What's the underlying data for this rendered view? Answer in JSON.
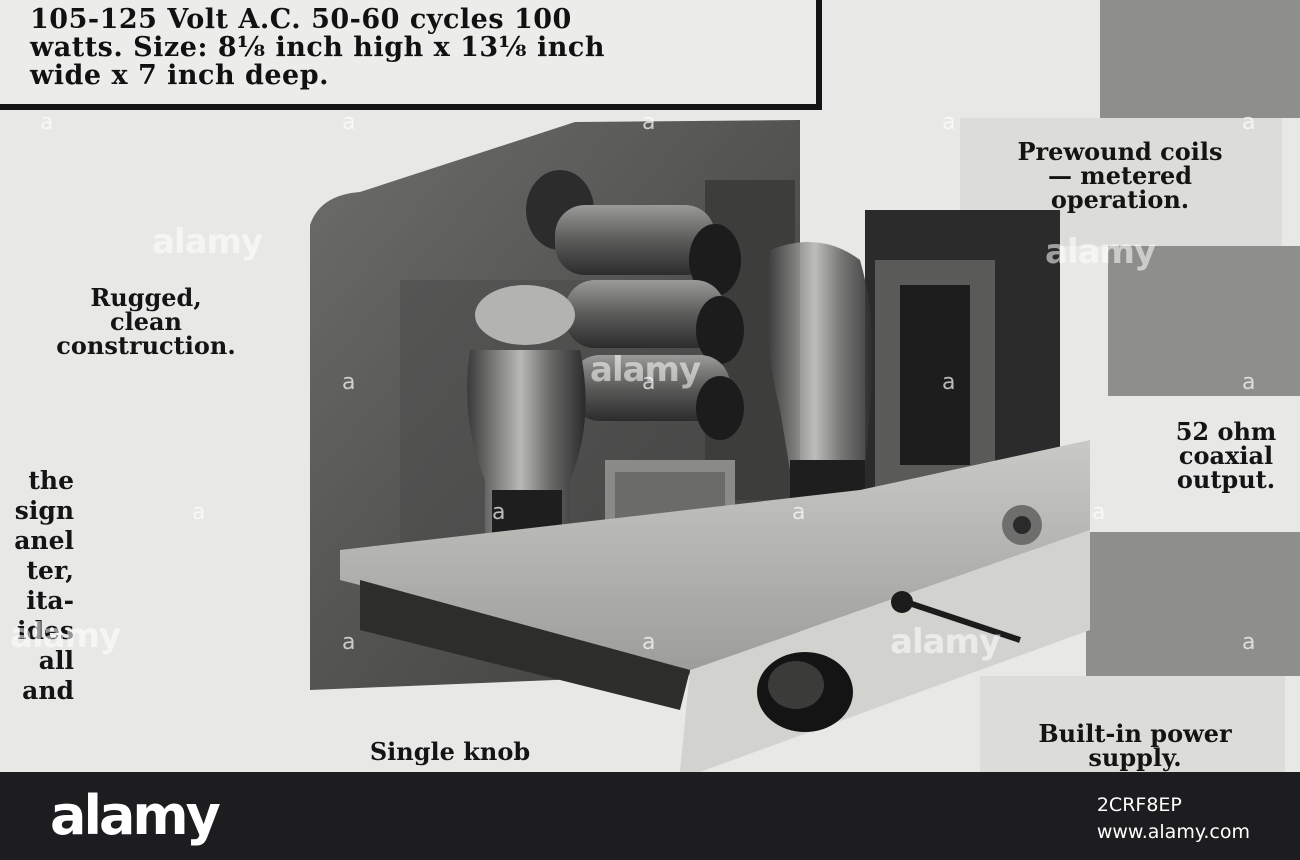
{
  "spec": {
    "text": "105-125 Volt A.C. 50-60 cycles 100\nwatts. Size: 8⅛ inch high x 13⅛ inch\nwide x 7 inch deep."
  },
  "captions": {
    "rugged": "Rugged,\nclean\nconstruction.",
    "prewound": "Prewound coils\n— metered\noperation.",
    "coaxial": "52 ohm\ncoaxial\noutput.",
    "single_knob": "Single knob",
    "power": "Built-in power\nsupply."
  },
  "body_lines": [
    "the",
    "sign",
    "anel",
    "ter,",
    "ita-",
    "ides",
    "all",
    "and"
  ],
  "watermark": {
    "text": "alamy",
    "mark": "a"
  },
  "footer": {
    "logo": "alamy",
    "image_id": "2CRF8EP",
    "site": "www.alamy.com"
  },
  "colors": {
    "footer_bg": "#1d1d1f",
    "paper": "#e8e8e6",
    "halftone": "#8e8e8c"
  }
}
